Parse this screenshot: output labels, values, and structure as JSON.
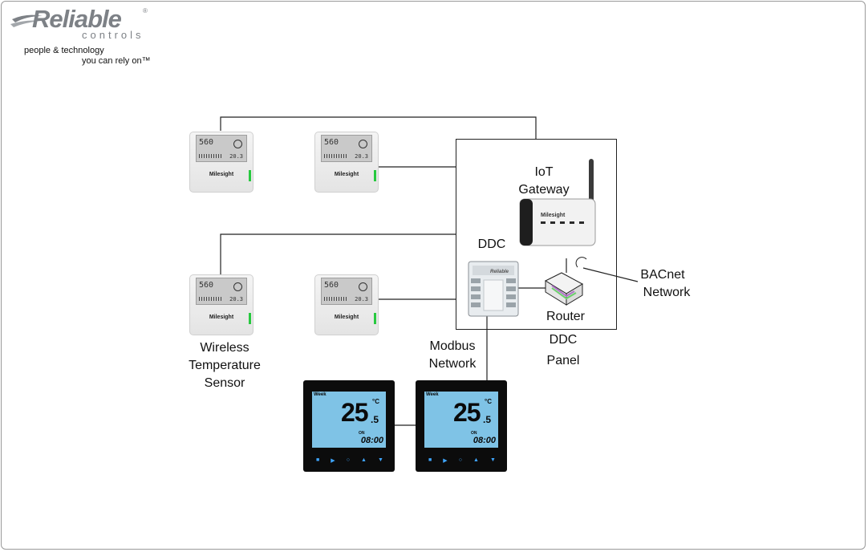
{
  "logo": {
    "wordmark": "Reliable",
    "sub": "controls",
    "tagline1": "people & technology",
    "tagline2": "you can rely on™"
  },
  "sensors": [
    {
      "brand": "Milesight",
      "reading": "560",
      "temp": "20.3"
    },
    {
      "brand": "Milesight",
      "reading": "560",
      "temp": "20.3"
    },
    {
      "brand": "Milesight",
      "reading": "560",
      "temp": "20.3"
    },
    {
      "brand": "Milesight",
      "reading": "560",
      "temp": "20.3"
    }
  ],
  "thermostats": [
    {
      "temp": "25",
      "decimal": ".5",
      "unit": "°C",
      "time": "08:00",
      "week": "Week",
      "on": "ON"
    },
    {
      "temp": "25",
      "decimal": ".5",
      "unit": "°C",
      "time": "08:00",
      "week": "Week",
      "on": "ON"
    }
  ],
  "gateway": {
    "brand": "Milesight"
  },
  "ddc_device": {
    "brand": "Reliable"
  },
  "labels": {
    "iot_gateway_1": "IoT",
    "iot_gateway_2": "Gateway",
    "ddc": "DDC",
    "router": "Router",
    "bacnet_1": "BACnet",
    "bacnet_2": "Network",
    "ddc_panel_1": "DDC",
    "ddc_panel_2": "Panel",
    "modbus_1": "Modbus",
    "modbus_2": "Network",
    "sensor_1": "Wireless",
    "sensor_2": "Temperature",
    "sensor_3": "Sensor"
  },
  "colors": {
    "sensor_led": "#27c93f",
    "thermostat_lcd": "#7fc3e6",
    "logo_gray": "#7d8186"
  }
}
